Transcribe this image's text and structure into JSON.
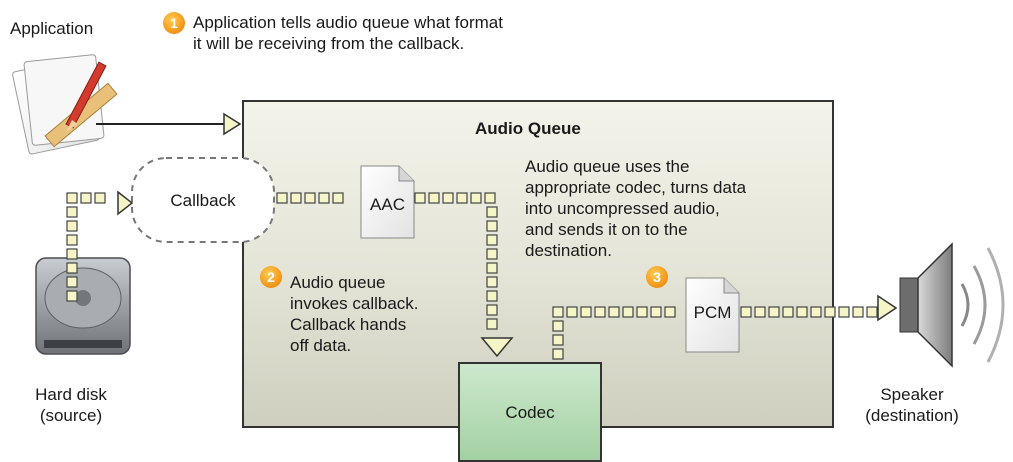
{
  "labels": {
    "application": "Application",
    "hard_disk": "Hard disk\n(source)",
    "speaker": "Speaker\n(destination)",
    "audio_queue_title": "Audio Queue",
    "callback": "Callback",
    "codec": "Codec",
    "aac": "AAC",
    "pcm": "PCM"
  },
  "steps": [
    {
      "number": "1",
      "text": "Application tells audio queue what format\nit will be receiving from the callback."
    },
    {
      "number": "2",
      "text": "Audio queue\ninvokes callback.\nCallback hands\noff data."
    },
    {
      "number": "3",
      "text": ""
    }
  ],
  "queue_note": "Audio queue uses the\nappropriate codec, turns data\ninto uncompressed audio,\nand sends it on to the\ndestination.",
  "icons": [
    "application-icon",
    "hard-disk-icon",
    "speaker-icon",
    "document-icon"
  ],
  "colors": {
    "badge": "#f59a1e",
    "queue_box": "#e3e3d6",
    "codec_box": "#a3d1a3",
    "data_square": "#f6f5c8"
  }
}
